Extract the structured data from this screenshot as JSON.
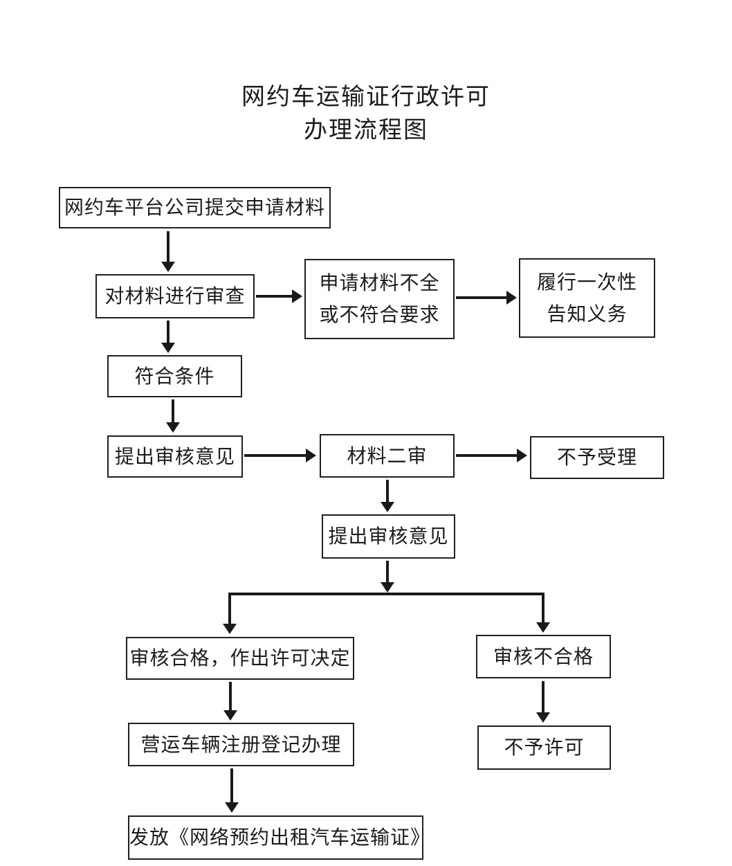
{
  "title": {
    "line1": "网约车运输证行政许可",
    "line2": "办理流程图"
  },
  "colors": {
    "ink": "#1a1a1a",
    "background": "#ffffff"
  },
  "nodes": {
    "submit": {
      "label": "网约车平台公司提交申请材料"
    },
    "review": {
      "label": "对材料进行审查"
    },
    "incomplete": {
      "label": "申请材料不全\n或不符合要求"
    },
    "inform": {
      "label": "履行一次性\n告知义务"
    },
    "qualified": {
      "label": "符合条件"
    },
    "opinion1": {
      "label": "提出审核意见"
    },
    "second_review": {
      "label": "材料二审"
    },
    "not_accepted": {
      "label": "不予受理"
    },
    "opinion2": {
      "label": "提出审核意见"
    },
    "pass_decision": {
      "label": "审核合格，作出许可决定"
    },
    "fail": {
      "label": "审核不合格"
    },
    "vehicle_registration": {
      "label": "营运车辆注册登记办理"
    },
    "no_permit": {
      "label": "不予许可"
    },
    "issue_certificate": {
      "label": "发放《网络预约出租汽车运输证》"
    }
  }
}
